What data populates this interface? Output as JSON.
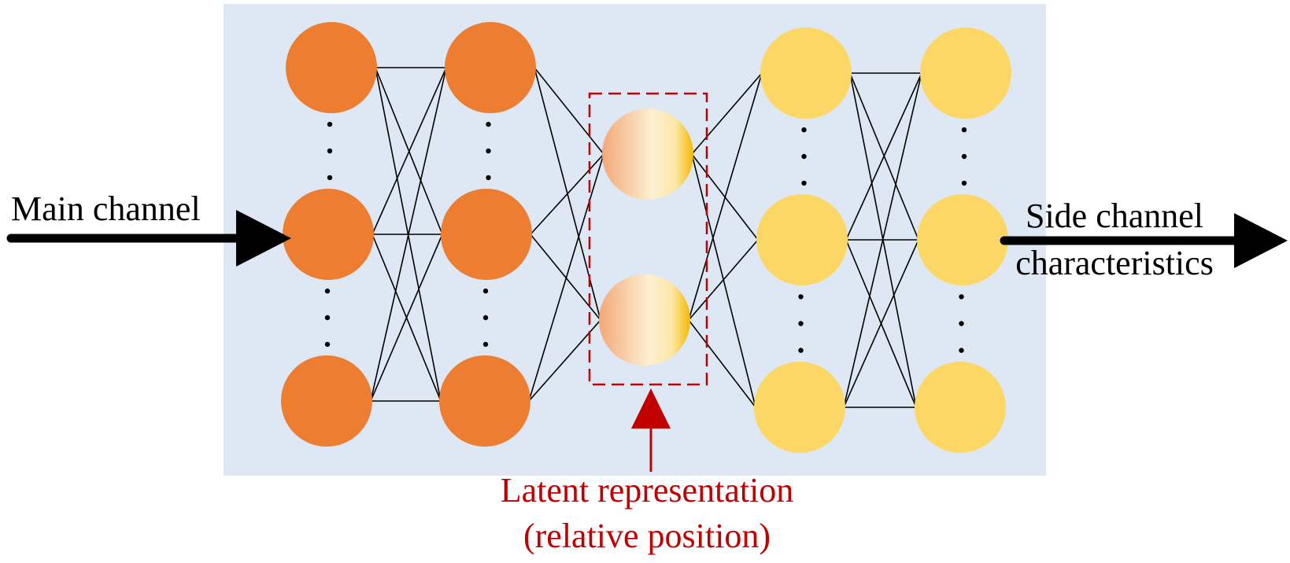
{
  "labels": {
    "input": "Main channel",
    "output_line1": "Side channel",
    "output_line2": "characteristics",
    "latent_line1": "Latent representation",
    "latent_line2": "(relative position)"
  },
  "colors": {
    "panel": "#dde8f4",
    "encoder_node": "#ed7d31",
    "decoder_node": "#fcd765",
    "latent_gradient": [
      "#f2a879",
      "#fdf0d2",
      "#f5b800"
    ],
    "latent_box": "#c00000",
    "arrow": "#000000"
  },
  "structure": {
    "encoder_layers": 2,
    "latent_nodes": 2,
    "decoder_layers": 2,
    "visible_nodes_per_layer": 3,
    "ellipsis": "vertical-dots"
  },
  "icons": {
    "input_arrow": "arrow-right-icon",
    "output_arrow": "arrow-right-icon",
    "latent_pointer": "arrow-up-icon"
  }
}
